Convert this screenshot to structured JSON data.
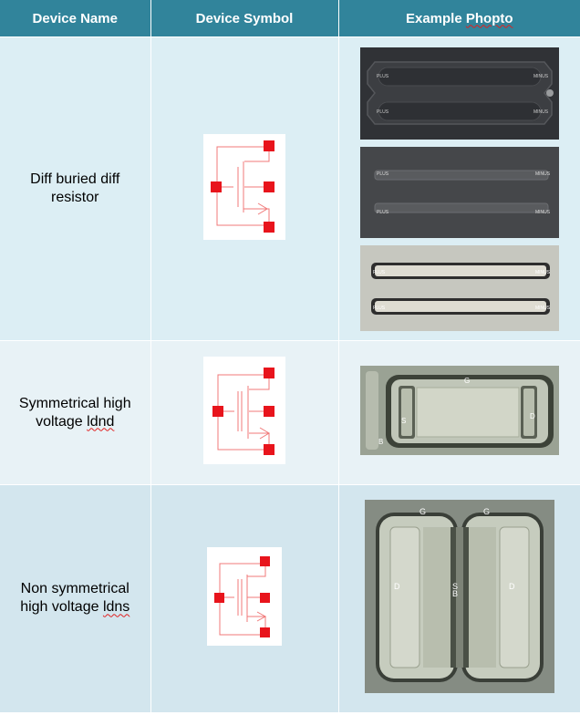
{
  "header": {
    "col_name": "Device Name",
    "col_symbol": "Device Symbol",
    "col_photo_prefix": "Example ",
    "col_photo_word": "Phopto"
  },
  "rows": [
    {
      "name_line1": "Diff buried diff",
      "name_line2": "resistor",
      "photos": [
        {
          "left_label": "PLUS",
          "right_label": "MINUS"
        },
        {
          "left_label": "PLUS",
          "right_label": "MINUS"
        },
        {
          "left_label": "PLUS",
          "right_label": "MINUS"
        }
      ]
    },
    {
      "name_line1": "Symmetrical high",
      "name_line2_plain": "voltage ",
      "name_line2_word": "ldnd",
      "photo": {
        "gate": "G",
        "source": "S",
        "drain": "D",
        "body": "B"
      }
    },
    {
      "name_line1": "Non symmetrical",
      "name_line2_plain": "high voltage ",
      "name_line2_word": "ldns",
      "photo": {
        "gate_left": "G",
        "gate_right": "G",
        "drain_left": "D",
        "drain_right": "D",
        "source": "S",
        "body": "B"
      }
    }
  ],
  "colors": {
    "header_bg": "#31849b",
    "symbol_red": "#e8141c",
    "symbol_line": "#f07878"
  }
}
